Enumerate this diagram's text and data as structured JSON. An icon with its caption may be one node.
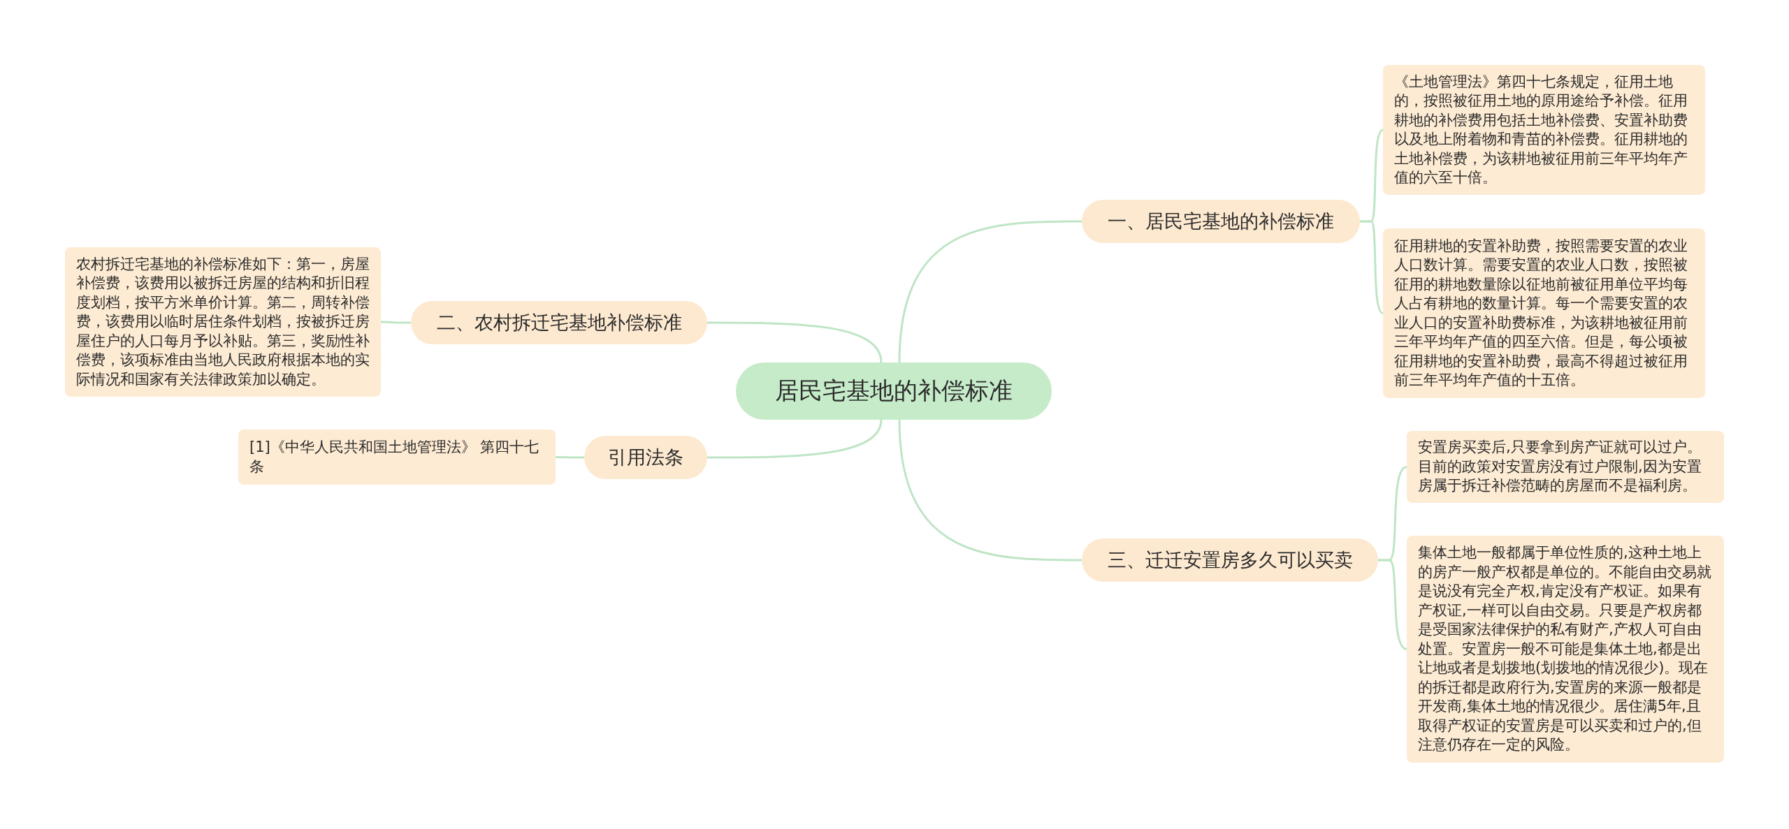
{
  "diagram": {
    "nodes": [
      {
        "text": [
          "居民宅基地的补偿标准"
        ]
      },
      {
        "text": [
          "一、居民宅基地的补偿标准"
        ]
      },
      {
        "text": [
          "《土地管理法》第四十七条规定，征用土地的，按照被征用土地的原用途给予补偿。征用耕地的补偿费用包括土地补偿费、安置补助费以及地上附着物和青苗的补偿费。征用耕地的土地补偿费，为该耕地被征用前三年平均年产值的六至十倍。"
        ]
      },
      {
        "text": [
          "征用耕地的安置补助费，按照需要安置的农业人口数计算。需要安置的农业人口数，按照被征用的耕地数量除以征地前被征用单位平均每人占有耕地的数量计算。每一个需要安置的农业人口的安置补助费标准，为该耕地被征用前三年平均年产值的四至六倍。但是，每公顷被征用耕地的安置补助费，最高不得超过被征用前三年平均年产值的十五倍。"
        ]
      },
      {
        "text": [
          "三、迁迁安置房多久可以买卖"
        ]
      },
      {
        "text": [
          "安置房买卖后,只要拿到房产证就可以过户。目前的政策对安置房没有过户限制,因为安置房属于拆迁补偿范畴的房屋而不是福利房。"
        ]
      },
      {
        "text": [
          "集体土地一般都属于单位性质的,这种土地上的房产一般产权都是单位的。不能自由交易就是说没有完全产权,肯定没有产权证。如果有产权证,一样可以自由交易。只要是产权房都是受国家法律保护的私有财产,产权人可自由处置。安置房一般不可能是集体土地,都是出让地或者是划拨地(划拨地的情况很少)。现在的拆迁都是政府行为,安置房的来源一般都是开发商,集体土地的情况很少。居住满5年,且取得产权证的安置房是可以买卖和过户的,但注意仍存在一定的风险。"
        ]
      },
      {
        "text": [
          "二、农村拆迁宅基地补偿标准"
        ]
      },
      {
        "text": [
          "农村拆迁宅基地的补偿标准如下：第一，房屋补偿费，该费用以被拆迁房屋的结构和折旧程度划档，按平方米单价计算。第二，周转补偿费，该费用以临时居住条件划档，按被拆迁房屋住户的人口每月予以补贴。第三，奖励性补偿费，该项标准由当地人民政府根据本地的实际情况和国家有关法律政策加以确定。"
        ]
      },
      {
        "text": [
          "引用法条"
        ]
      },
      {
        "text": [
          "[1]《中华人民共和国土地管理法》 第四十七条"
        ]
      }
    ],
    "edges": [
      {
        "from": 0,
        "to": 1,
        "arrow": "none"
      },
      {
        "from": 1,
        "to": 2,
        "arrow": "none"
      },
      {
        "from": 1,
        "to": 3,
        "arrow": "none"
      },
      {
        "from": 0,
        "to": 4,
        "arrow": "none"
      },
      {
        "from": 4,
        "to": 5,
        "arrow": "none"
      },
      {
        "from": 4,
        "to": 6,
        "arrow": "none"
      },
      {
        "from": 0,
        "to": 7,
        "arrow": "none"
      },
      {
        "from": 7,
        "to": 8,
        "arrow": "none"
      },
      {
        "from": 0,
        "to": 9,
        "arrow": "none"
      },
      {
        "from": 9,
        "to": 10,
        "arrow": "none"
      }
    ]
  }
}
